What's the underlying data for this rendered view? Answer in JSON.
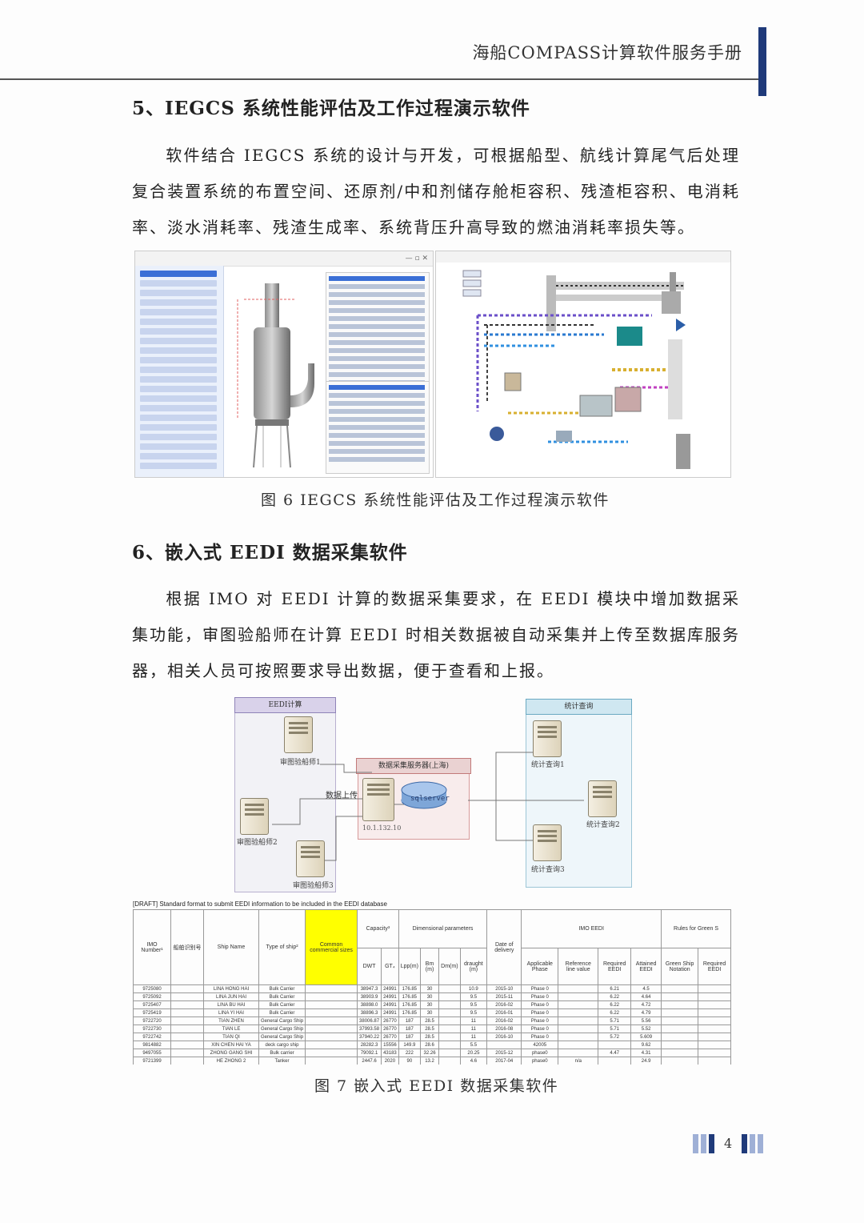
{
  "header": {
    "title": "海船COMPASS计算软件服务手册"
  },
  "section5": {
    "heading": "5、IEGCS 系统性能评估及工作过程演示软件",
    "paragraph": "软件结合 IEGCS 系统的设计与开发，可根据船型、航线计算尾气后处理复合装置系统的布置空间、还原剂/中和剂储存舱柜容积、残渣柜容积、电消耗率、淡水消耗率、残渣生成率、系统背压升高导致的燃油消耗率损失等。",
    "caption": "图 6  IEGCS 系统性能评估及工作过程演示软件"
  },
  "section6": {
    "heading": "6、嵌入式 EEDI 数据采集软件",
    "paragraph": "根据 IMO 对 EEDI 计算的数据采集要求，在 EEDI 模块中增加数据采集功能，审图验船师在计算 EEDI 时相关数据被自动采集并上传至数据库服务器，相关人员可按照要求导出数据，便于查看和上报。",
    "caption": "图 7  嵌入式 EEDI 数据采集软件"
  },
  "diagram": {
    "eedi_calc_title": "EEDI计算",
    "stats_title": "统计查询",
    "server_title": "数据采集服务器(上海)",
    "db_label": "sqlserver",
    "ip_label": "10.1.132.10",
    "upload_label": "数据上传",
    "surveyors": [
      "审图验船师1",
      "审图验船师2",
      "审图验船师3"
    ],
    "queries": [
      "统计查询1",
      "统计查询2",
      "统计查询3"
    ]
  },
  "table": {
    "title": "[DRAFT] Standard format to submit EEDI information to be included in the EEDI database",
    "headers": {
      "imo": "IMO Number¹",
      "reg": "船舶识别号",
      "ship_name": "Ship Name",
      "type": "Type of ship²",
      "common": "Common commercial sizes",
      "capacity": "Capacity³",
      "dwt": "DWT",
      "gt": "GT₄",
      "dim": "Dimensional parameters",
      "lpp": "Lpp(m)",
      "bm": "Bm (m)",
      "dm": "Dm(m)",
      "draught": "draught (m)",
      "delivery": "Date of delivery",
      "imo_eedi": "IMO EEDI",
      "phase": "Applicable Phase",
      "ref": "Reference line value",
      "req": "Required EEDI",
      "att": "Attained EEDI",
      "rules": "Rules for Green S",
      "green": "Green Ship Notation",
      "req2": "Required EEDI"
    },
    "rows": [
      [
        "9725080",
        "",
        "LINA HONG HAI",
        "Bulk Carrier",
        "",
        "38947.3",
        "24991",
        "176.85",
        "30",
        "10.9",
        "2015-10",
        "Phase 0",
        "",
        "6.21",
        "4.5"
      ],
      [
        "9725092",
        "",
        "LINA JUN HAI",
        "Bulk Carrier",
        "",
        "38903.9",
        "24991",
        "176.85",
        "30",
        "9.5",
        "2015-11",
        "Phase 0",
        "",
        "6.22",
        "4.64"
      ],
      [
        "9725407",
        "",
        "LINA BU HAI",
        "Bulk Carrier",
        "",
        "38898.0",
        "24991",
        "176.85",
        "30",
        "9.5",
        "2016-02",
        "Phase 0",
        "",
        "6.22",
        "4.72"
      ],
      [
        "9725419",
        "",
        "LINA YI HAI",
        "Bulk Carrier",
        "",
        "38896.3",
        "24991",
        "176.85",
        "30",
        "9.5",
        "2016-01",
        "Phase 0",
        "",
        "6.22",
        "4.79"
      ],
      [
        "9722720",
        "",
        "TIAN ZHEN",
        "General Cargo Ship",
        "",
        "38006.87",
        "26770",
        "187",
        "28.5",
        "11",
        "2016-02",
        "Phase 0",
        "",
        "5.71",
        "5.56"
      ],
      [
        "9722730",
        "",
        "TIAN LE",
        "General Cargo Ship",
        "",
        "37993.58",
        "26770",
        "187",
        "28.5",
        "11",
        "2016-08",
        "Phase 0",
        "",
        "5.71",
        "5.52"
      ],
      [
        "9722742",
        "",
        "TIAN QI",
        "General Cargo Ship",
        "",
        "37940.22",
        "26770",
        "187",
        "28.5",
        "11",
        "2016-10",
        "Phase 0",
        "",
        "5.72",
        "5.609"
      ],
      [
        "9814882",
        "",
        "XIN CHEN HAI YA",
        "deck cargo ship",
        "",
        "28282.3",
        "15556",
        "149.9",
        "28.6",
        "5.5",
        "",
        "42005",
        "",
        "",
        "9.62"
      ],
      [
        "9497055",
        "",
        "ZHONG GANG SHI",
        "Bulk carrier",
        "",
        "79092.1",
        "43183",
        "222",
        "32.26",
        "20.25",
        "2015-12",
        "phase0",
        "",
        "4.47",
        "4.31"
      ],
      [
        "9721399",
        "",
        "HE ZHONG 2",
        "Tanker",
        "",
        "2447.6",
        "2020",
        "90",
        "13.2",
        "4.6",
        "2017-04",
        "phase0",
        "n/a",
        "",
        "24.9"
      ]
    ]
  },
  "footer": {
    "page": "4"
  }
}
